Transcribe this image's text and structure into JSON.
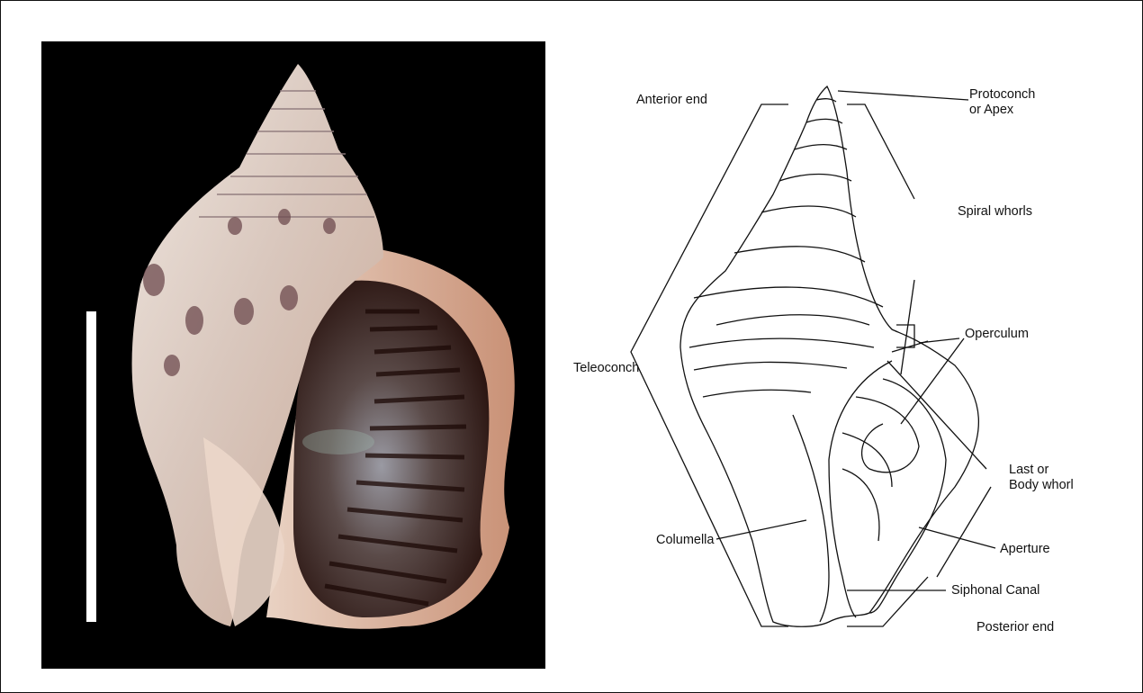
{
  "figure": {
    "photo": {
      "subject": "shell-photo",
      "background_color": "#000000",
      "scale_bar_color": "#ffffff"
    },
    "diagram": {
      "labels": {
        "anterior_end": "Anterior end",
        "protoconch": "Protoconch\nor Apex",
        "spiral_whorls": "Spiral whorls",
        "operculum": "Operculum",
        "teleoconch": "Teleoconch",
        "last_whorl": "Last or\nBody whorl",
        "columella": "Columella",
        "aperture": "Aperture",
        "siphonal_canal": "Siphonal Canal",
        "posterior_end": "Posterior end"
      },
      "line_color": "#111111"
    }
  }
}
